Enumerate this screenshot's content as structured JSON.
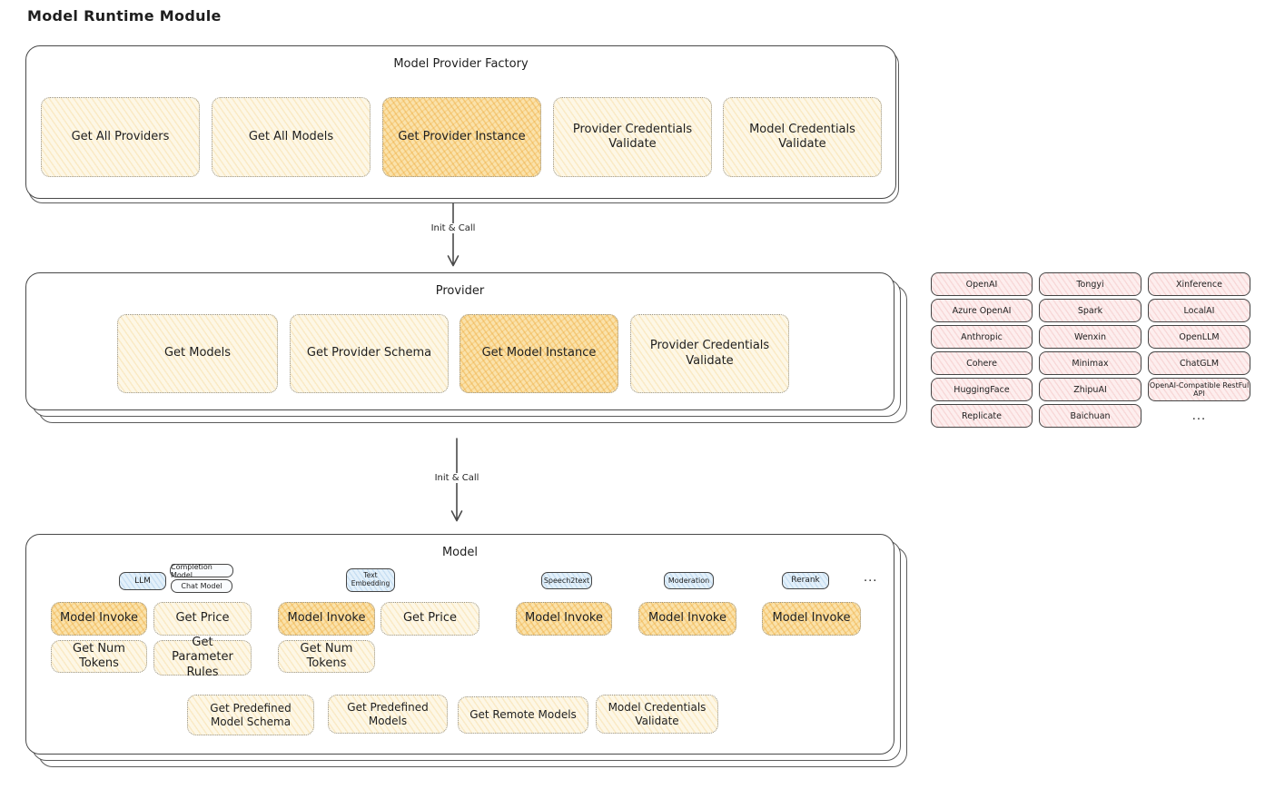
{
  "page_title": "Model Runtime Module",
  "colors": {
    "node_fill": "#fdf7e6",
    "node_fill_highlight": "#fae2ab",
    "provider_chip_fill": "#fdeeee",
    "tag_blue_fill": "#e3f0fa",
    "container_border": "#484848",
    "dotted_border": "#97948a",
    "arrow": "#4a4a4a"
  },
  "arrows": [
    {
      "label": "Init & Call"
    },
    {
      "label": "Init & Call"
    }
  ],
  "factory": {
    "title": "Model Provider Factory",
    "boxes": [
      {
        "label": "Get All Providers",
        "highlighted": false
      },
      {
        "label": "Get All Models",
        "highlighted": false
      },
      {
        "label": "Get Provider Instance",
        "highlighted": true
      },
      {
        "label": "Provider Credentials Validate",
        "highlighted": false
      },
      {
        "label": "Model Credentials Validate",
        "highlighted": false
      }
    ]
  },
  "provider": {
    "title": "Provider",
    "boxes": [
      {
        "label": "Get Models",
        "highlighted": false
      },
      {
        "label": "Get Provider Schema",
        "highlighted": false
      },
      {
        "label": "Get Model Instance",
        "highlighted": true
      },
      {
        "label": "Provider Credentials Validate",
        "highlighted": false
      }
    ]
  },
  "providers_list": {
    "items": [
      "OpenAI",
      "Tongyi",
      "Xinference",
      "Azure OpenAI",
      "Spark",
      "LocalAI",
      "Anthropic",
      "Wenxin",
      "OpenLLM",
      "Cohere",
      "Minimax",
      "ChatGLM",
      "HuggingFace",
      "ZhipuAI",
      "OpenAI-Compatible RestFul API",
      "Replicate",
      "Baichuan"
    ],
    "more": "..."
  },
  "model": {
    "title": "Model",
    "type_tags": [
      {
        "label": "LLM",
        "style": "blue"
      },
      {
        "label": "Completion Model",
        "style": "white"
      },
      {
        "label": "Chat Model",
        "style": "white"
      },
      {
        "label": "Text Embedding",
        "style": "blue"
      },
      {
        "label": "Speech2text",
        "style": "blue"
      },
      {
        "label": "Moderation",
        "style": "blue"
      },
      {
        "label": "Rerank",
        "style": "blue"
      }
    ],
    "more": "...",
    "function_boxes": [
      {
        "label": "Model Invoke",
        "highlighted": true
      },
      {
        "label": "Get Price",
        "highlighted": false
      },
      {
        "label": "Model Invoke",
        "highlighted": true
      },
      {
        "label": "Get Price",
        "highlighted": false
      },
      {
        "label": "Model Invoke",
        "highlighted": true
      },
      {
        "label": "Model Invoke",
        "highlighted": true
      },
      {
        "label": "Model Invoke",
        "highlighted": true
      },
      {
        "label": "Get Num Tokens",
        "highlighted": false
      },
      {
        "label": "Get Parameter Rules",
        "highlighted": false
      },
      {
        "label": "Get Num Tokens",
        "highlighted": false
      },
      {
        "label": "Get Predefined Model Schema",
        "highlighted": false
      },
      {
        "label": "Get Predefined Models",
        "highlighted": false
      },
      {
        "label": "Get Remote Models",
        "highlighted": false
      },
      {
        "label": "Model Credentials Validate",
        "highlighted": false
      }
    ]
  }
}
